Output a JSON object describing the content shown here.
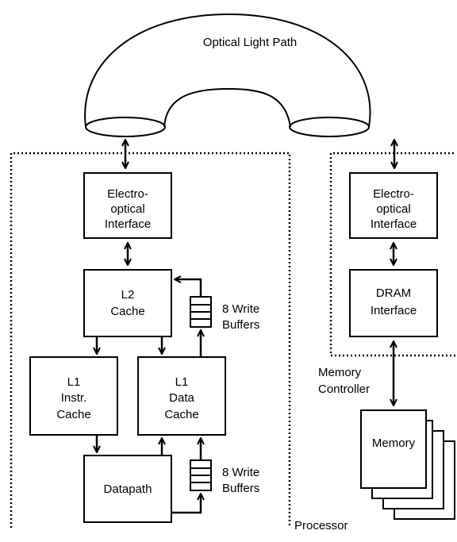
{
  "diagram": {
    "optical_path_label": "Optical Light Path",
    "processor_label": "Processor",
    "memory_controller_label": [
      "Memory",
      "Controller"
    ],
    "blocks": {
      "eo_processor": [
        "Electro-",
        "optical",
        "Interface"
      ],
      "l2_cache": [
        "L2",
        "Cache"
      ],
      "l1_instr": [
        "L1",
        "Instr.",
        "Cache"
      ],
      "l1_data": [
        "L1",
        "Data",
        "Cache"
      ],
      "datapath": [
        "Datapath"
      ],
      "eo_memory": [
        "Electro-",
        "optical",
        "Interface"
      ],
      "dram_interface": [
        "DRAM",
        "Interface"
      ],
      "memory": [
        "Memory"
      ]
    },
    "write_buffers_top": [
      "8 Write",
      "Buffers"
    ],
    "write_buffers_bottom": [
      "8 Write",
      "Buffers"
    ]
  },
  "colors": {
    "line": "#000000",
    "background": "#ffffff"
  },
  "icons": [
    "double-arrow",
    "single-arrow",
    "torus-tube"
  ]
}
